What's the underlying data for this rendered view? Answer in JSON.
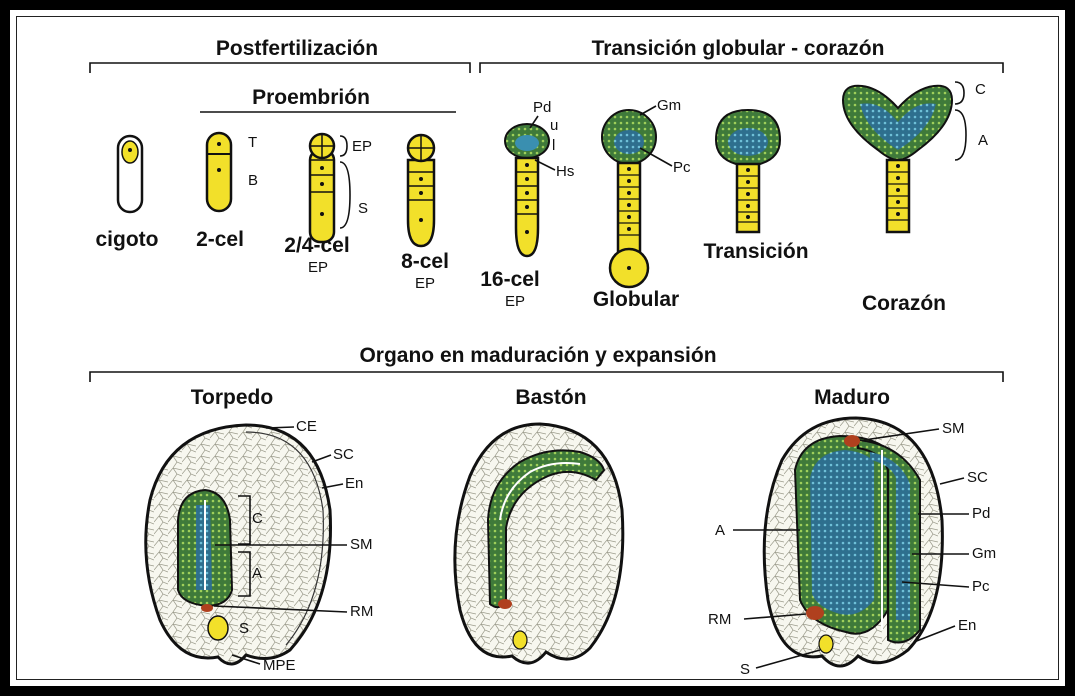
{
  "headers": {
    "postfert": "Postfertilización",
    "proembrion": "Proembrión",
    "transicion_gc": "Transición globular - corazón",
    "organo": "Organo en maduración y expansión"
  },
  "stages": {
    "cigoto": "cigoto",
    "dos_cel": "2-cel",
    "dos_cuatro_cel": "2/4-cel",
    "dos_cuatro_ep": "EP",
    "ocho_cel": "8-cel",
    "ocho_ep": "EP",
    "dieciseis_cel": "16-cel",
    "dieciseis_ep": "EP",
    "globular": "Globular",
    "transicion": "Transición",
    "corazon": "Corazón",
    "torpedo": "Torpedo",
    "baston": "Bastón",
    "maduro": "Maduro"
  },
  "labels": {
    "T": "T",
    "B": "B",
    "EP": "EP",
    "S": "S",
    "Pd": "Pd",
    "u": "u",
    "l": "l",
    "Hs": "Hs",
    "Gm": "Gm",
    "Pc": "Pc",
    "C": "C",
    "A": "A",
    "torp_CE": "CE",
    "torp_SC": "SC",
    "torp_En": "En",
    "torp_C": "C",
    "torp_SM": "SM",
    "torp_A": "A",
    "torp_RM": "RM",
    "torp_S": "S",
    "torp_MPE": "MPE",
    "mad_SM": "SM",
    "mad_SC": "SC",
    "mad_A": "A",
    "mad_Pd": "Pd",
    "mad_Gm": "Gm",
    "mad_Pc": "Pc",
    "mad_RM": "RM",
    "mad_En": "En",
    "mad_S": "S"
  },
  "colors": {
    "yellow": "#f2e02a",
    "green": "#5f8f3c",
    "dark_green": "#2f5a2a",
    "blue": "#3a8fb0",
    "seed_fill": "#f7f7ef",
    "red": "#b0401e"
  }
}
